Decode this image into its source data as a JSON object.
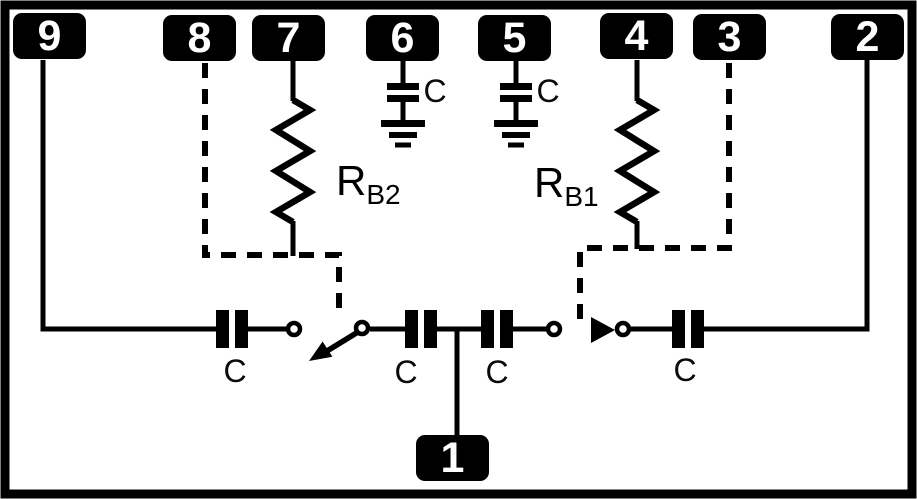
{
  "schematic": {
    "colors": {
      "ink": "#000000",
      "background": "#ffffff",
      "pin_box_fill": "#000000",
      "pin_text": "#ffffff"
    },
    "pins": {
      "p9": "9",
      "p8": "8",
      "p7": "7",
      "p6": "6",
      "p5": "5",
      "p4": "4",
      "p3": "3",
      "p2": "2",
      "p1": "1"
    },
    "resistors": {
      "rb2": {
        "symbol": "R",
        "subscript": "B2"
      },
      "rb1": {
        "symbol": "R",
        "subscript": "B1"
      }
    },
    "capacitors": {
      "bypass_pin6": "C",
      "bypass_pin5": "C",
      "input": "C",
      "base_left": "C",
      "base_right": "C",
      "output": "C"
    }
  }
}
